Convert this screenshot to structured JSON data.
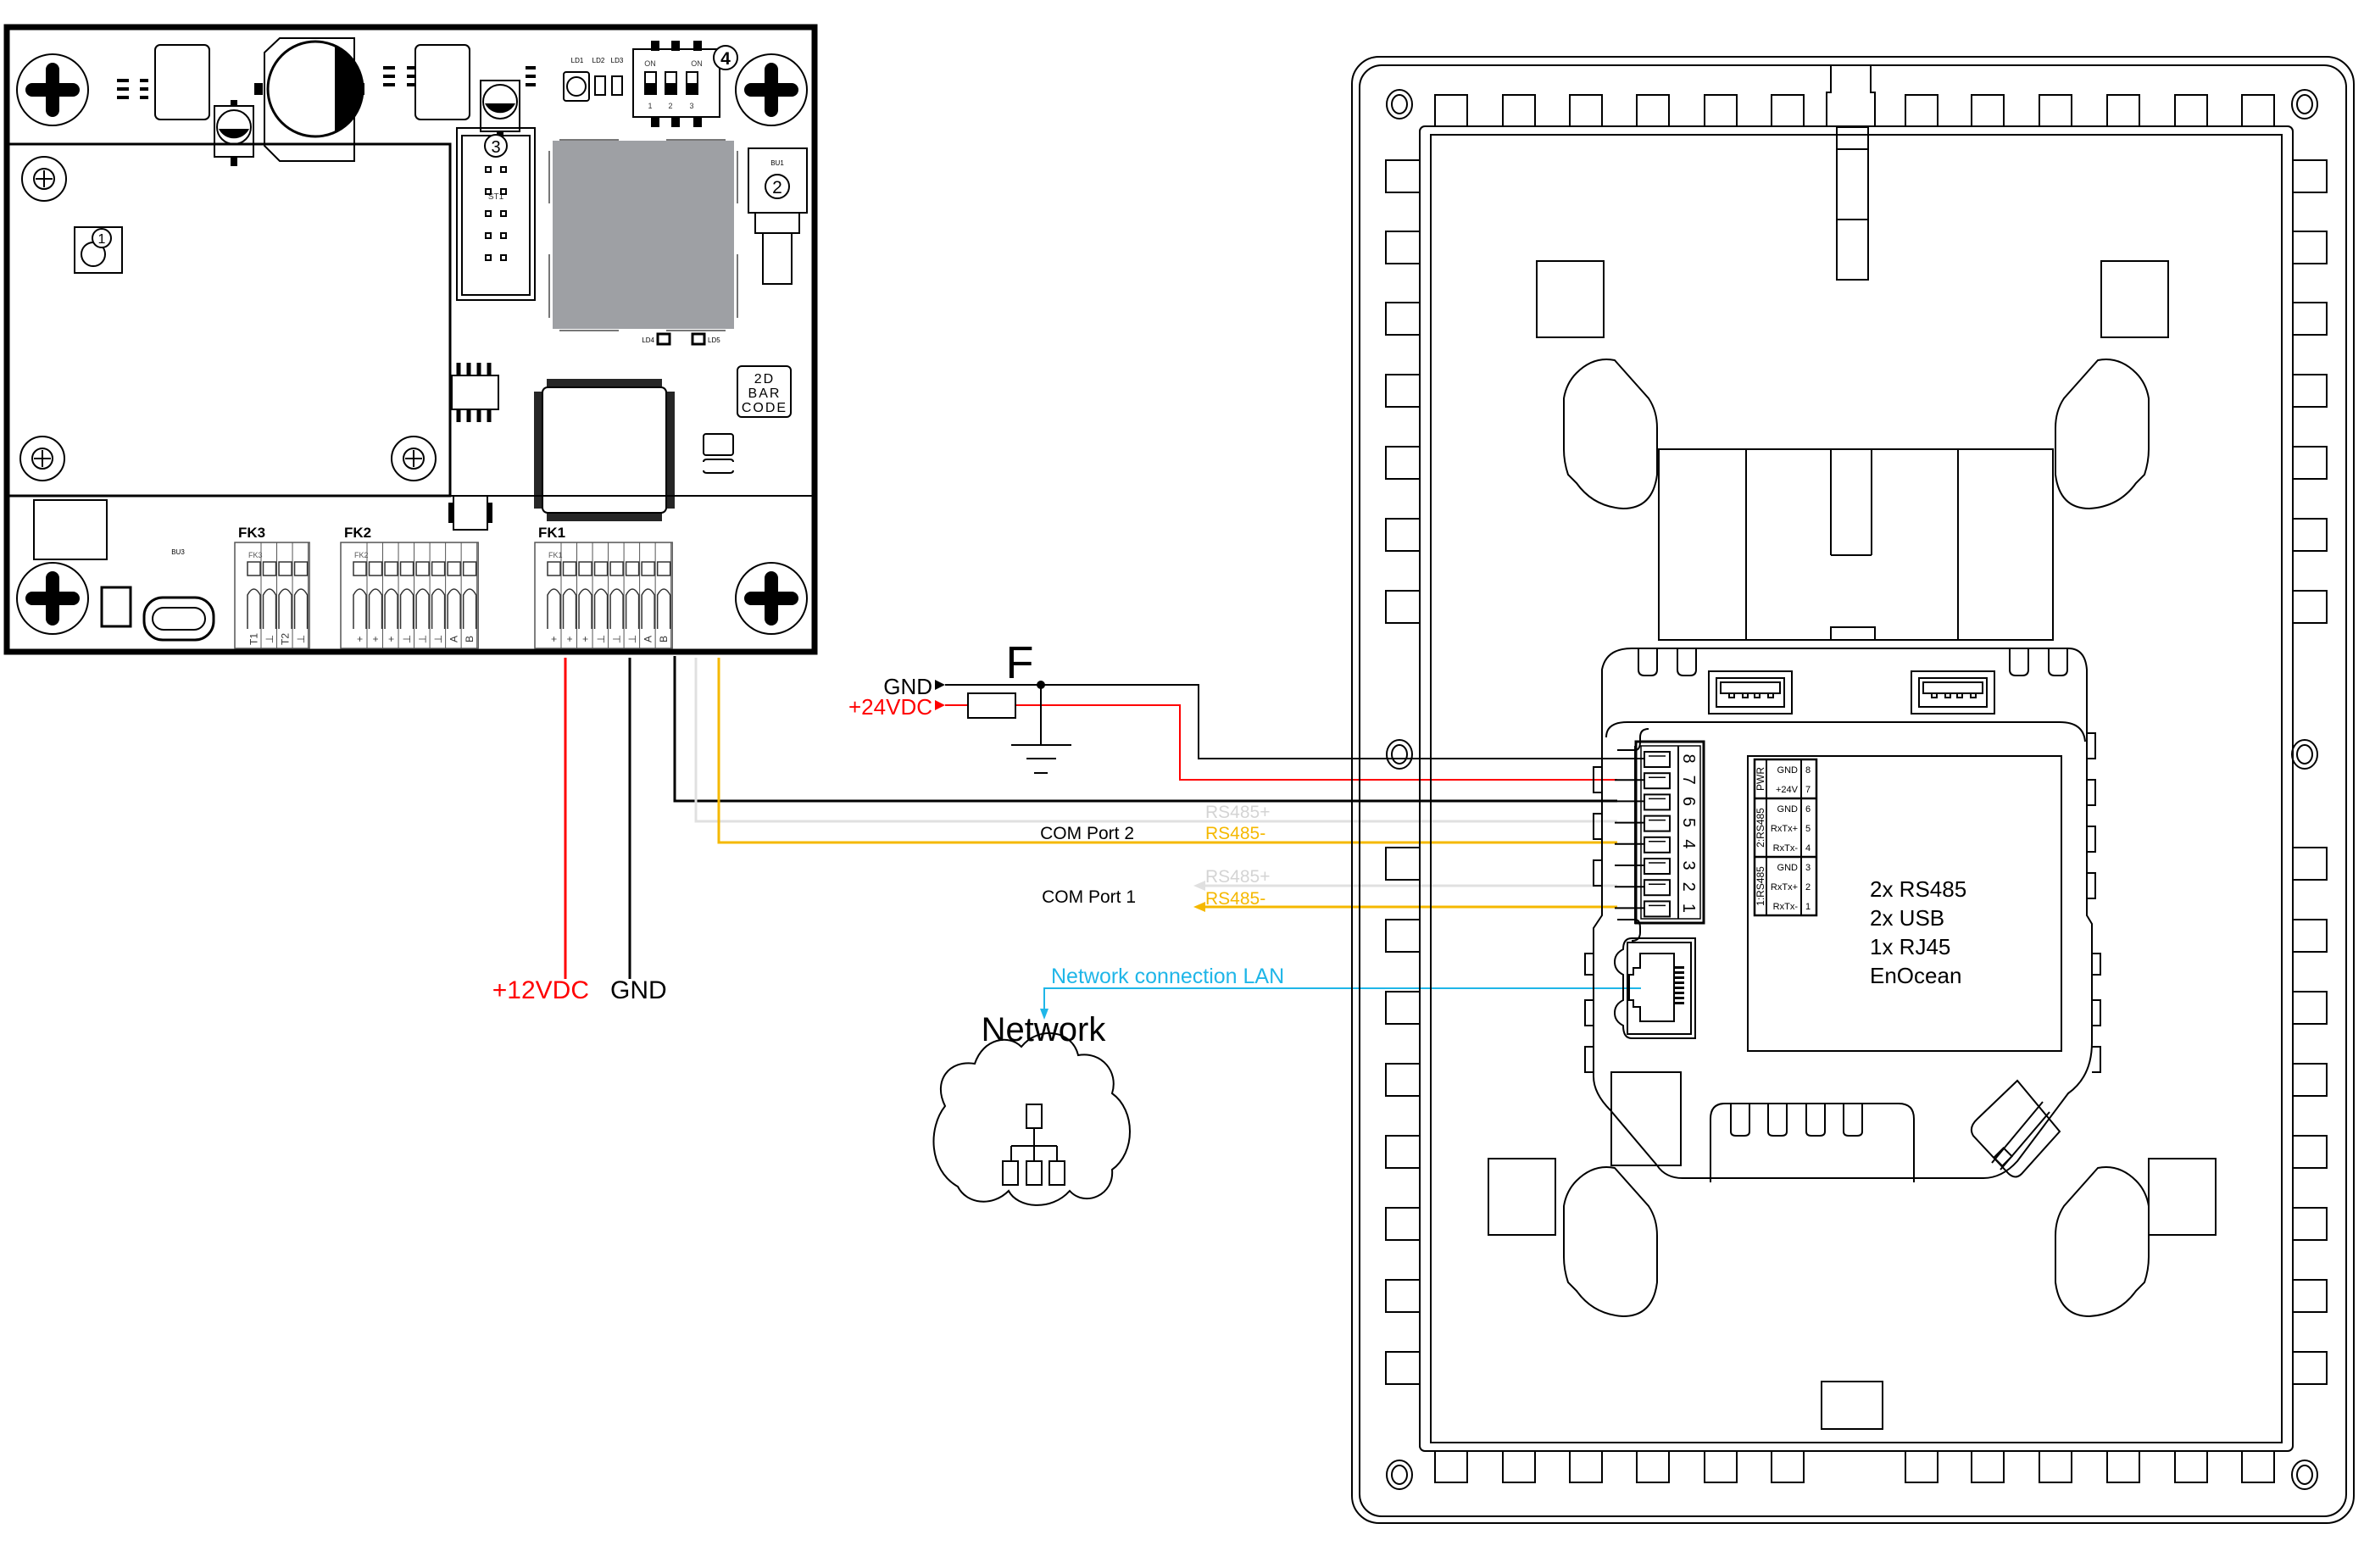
{
  "colors": {
    "red": "#ff0000",
    "black": "#000000",
    "gray_wire": "#e0e0e0",
    "yellow": "#f5b800",
    "cyan": "#1fb6e8",
    "chip_gray": "#9ea0a4"
  },
  "pcb": {
    "circle_labels": [
      "1",
      "2",
      "3",
      "4"
    ],
    "connector_st1": "ST1",
    "bu1": "BU1",
    "bu3": "BU3",
    "leds": [
      "LD1",
      "LD2",
      "LD3"
    ],
    "led_bottom": [
      "LD4",
      "LD5"
    ],
    "dip_on_left": "ON",
    "dip_on_right": "ON",
    "dip_numbers": [
      "1",
      "2",
      "3"
    ],
    "barcode_lines": [
      "2D",
      "BAR",
      "CODE"
    ],
    "terminal_blocks": [
      {
        "name": "FK3",
        "pins": [
          "T1",
          "⊥",
          "T2",
          "⊥"
        ]
      },
      {
        "name": "FK2",
        "pins": [
          "+",
          "+",
          "+",
          "⊥",
          "⊥",
          "⊥",
          "A",
          "B"
        ]
      },
      {
        "name": "FK1",
        "pins": [
          "+",
          "+",
          "+",
          "⊥",
          "⊥",
          "⊥",
          "A",
          "B"
        ]
      }
    ]
  },
  "power_labels": {
    "plus12": "+12VDC",
    "gnd": "GND"
  },
  "supply": {
    "gnd": "GND",
    "plus24": "+24VDC",
    "fuse": "F"
  },
  "com_ports": [
    {
      "name": "COM Port 2",
      "plus": "RS485+",
      "minus": "RS485-"
    },
    {
      "name": "COM Port 1",
      "plus": "RS485+",
      "minus": "RS485-"
    }
  ],
  "network": {
    "lan_label": "Network connection LAN",
    "title": "Network"
  },
  "panel": {
    "terminal_numbers": [
      "8",
      "7",
      "6",
      "5",
      "4",
      "3",
      "2",
      "1"
    ],
    "pin_table": [
      {
        "group": "PWR",
        "rows": [
          {
            "sig": "GND",
            "n": "8"
          },
          {
            "sig": "+24V",
            "n": "7"
          }
        ]
      },
      {
        "group": "2:RS485",
        "rows": [
          {
            "sig": "GND",
            "n": "6"
          },
          {
            "sig": "RxTx+",
            "n": "5"
          },
          {
            "sig": "RxTx-",
            "n": "4"
          }
        ]
      },
      {
        "group": "1:RS485",
        "rows": [
          {
            "sig": "GND",
            "n": "3"
          },
          {
            "sig": "RxTx+",
            "n": "2"
          },
          {
            "sig": "RxTx-",
            "n": "1"
          }
        ]
      }
    ],
    "features": [
      "2x RS485",
      "2x USB",
      "1x RJ45",
      "EnOcean"
    ]
  }
}
